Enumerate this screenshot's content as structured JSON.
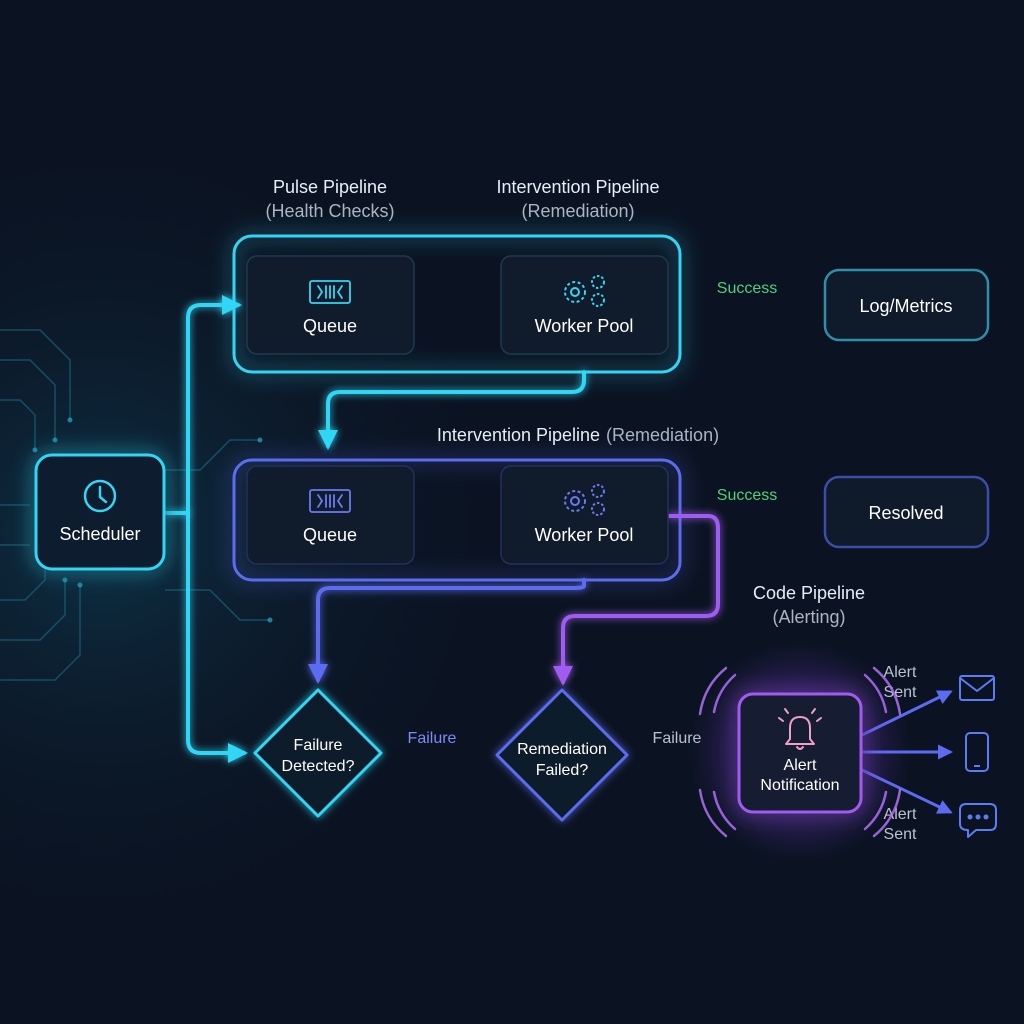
{
  "headings": {
    "pulse_title": "Pulse Pipeline",
    "pulse_sub": "(Health Checks)",
    "intervention_title": "Intervention Pipeline",
    "intervention_sub": "(Remediation)",
    "intervention2_title": "Intervention Pipeline",
    "intervention2_sub": "(Remediation)",
    "code_title": "Code Pipeline",
    "code_sub": "(Alerting)"
  },
  "nodes": {
    "scheduler": "Scheduler",
    "queue_1": "Queue",
    "worker_pool_1": "Worker Pool",
    "log_metrics": "Log/Metrics",
    "queue_2": "Queue",
    "worker_pool_2": "Worker Pool",
    "resolved": "Resolved",
    "failure_detected": [
      "Failure",
      "Detected?"
    ],
    "remediation_failed": [
      "Remediation",
      "Failed?"
    ],
    "alert_notification": [
      "Alert",
      "Notification"
    ]
  },
  "edges": {
    "success_1": "Success",
    "success_2": "Success",
    "failure_1": "Failure",
    "failure_2": "Failure",
    "alert_sent_top": [
      "Alert",
      "Sent"
    ],
    "alert_sent_bottom": [
      "Alert",
      "Sent"
    ]
  },
  "icons": [
    "clock-icon",
    "queue-icon",
    "gears-icon",
    "bell-icon",
    "mail-icon",
    "phone-icon",
    "chat-icon"
  ],
  "colors": {
    "background": "#0b1322",
    "cyan": "#33d6f5",
    "blue": "#5b6cf0",
    "purple": "#a05cf0",
    "green": "#3fc46a"
  }
}
